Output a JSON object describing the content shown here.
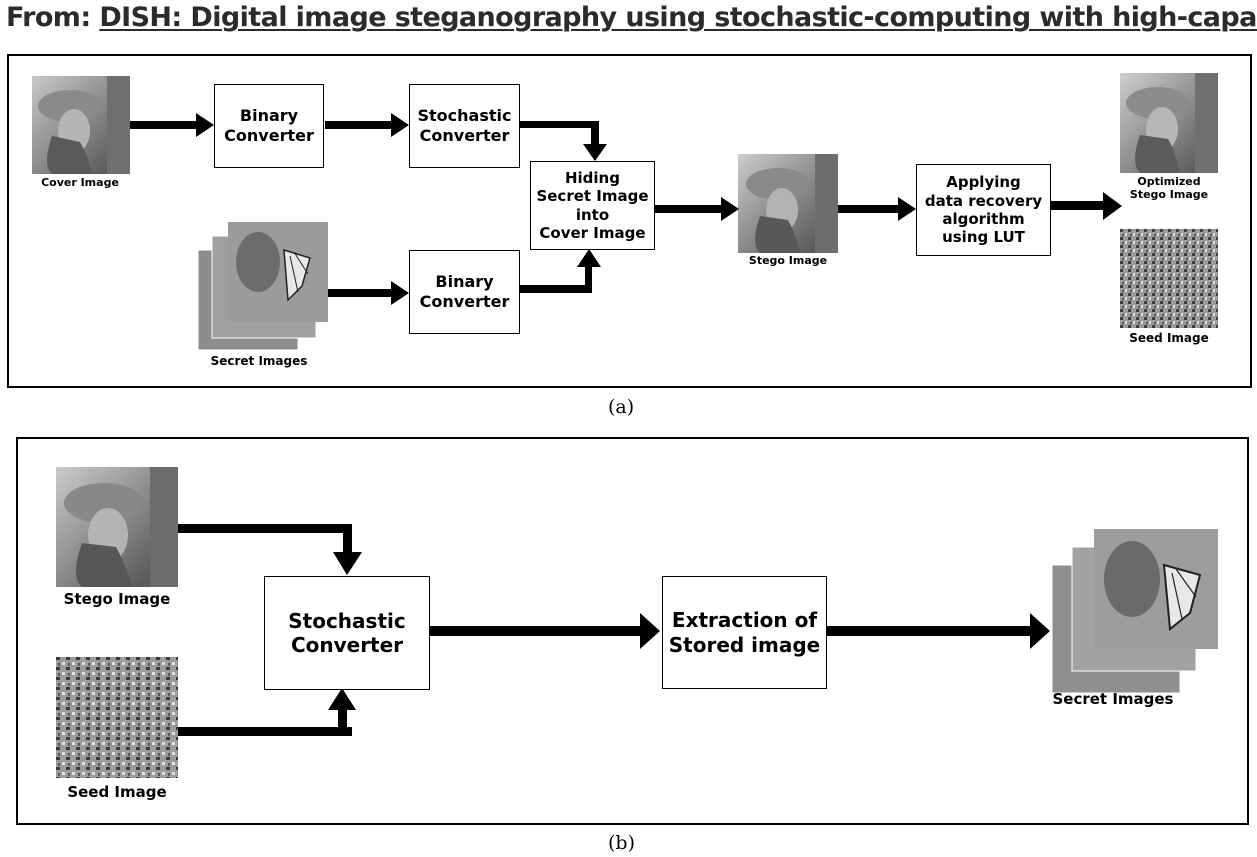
{
  "header": {
    "prefix": "From:",
    "title_link": "DISH: Digital image steganography using stochastic-computing with high-capacity"
  },
  "panel_a": {
    "label": "(a)",
    "cover_image_caption": "Cover Image",
    "secret_images_caption": "Secret Images",
    "binary_converter_1": "Binary\nConverter",
    "binary_converter_2": "Binary\nConverter",
    "stochastic_converter": "Stochastic\nConverter",
    "hiding_box": "Hiding\nSecret Image\ninto\nCover Image",
    "stego_image_caption": "Stego Image",
    "recovery_box": "Applying\ndata recovery\nalgorithm\nusing LUT",
    "optimized_caption": "Optimized\nStego Image",
    "seed_caption": "Seed Image"
  },
  "panel_b": {
    "label": "(b)",
    "stego_image_caption": "Stego Image",
    "seed_image_caption": "Seed Image",
    "stochastic_converter": "Stochastic\nConverter",
    "extraction_box": "Extraction of\nStored image",
    "secret_images_caption": "Secret Images"
  }
}
